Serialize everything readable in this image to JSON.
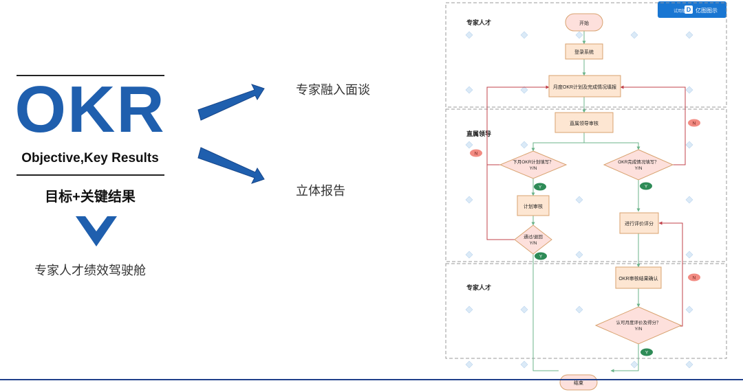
{
  "left": {
    "logo_text": "OKR",
    "subtitle": "Objective,Key Results",
    "chinese_title": "目标+关键结果",
    "description": "专家人才绩效驾驶舱"
  },
  "arrows": {
    "top_label": "专家融入面谈",
    "bottom_label": "立体报告"
  },
  "brand": {
    "trial": "试用版",
    "name": "亿图图示"
  },
  "flow": {
    "lanes": [
      "专家人才",
      "直属领导",
      "专家人才"
    ],
    "nodes": {
      "start": "开始",
      "login": "登录系统",
      "monthly": "月度OKR计划及完成情况填报",
      "review": "直属领导审核",
      "plan_q": "下月OKR计划填写？",
      "plan_q_yn": "Y/N",
      "complete_q": "OKR完成情况填写？",
      "complete_q_yn": "Y/N",
      "plan_review": "计划审核",
      "pass_q": "通过/退回",
      "pass_q_yn": "Y/N",
      "evaluate": "进行评价评分",
      "confirm": "OKR审核结果确认",
      "accept_q": "认可月度评价及得分？",
      "accept_q_yn": "Y/N",
      "end": "结束"
    },
    "badges": {
      "yes": "Y",
      "no": "N"
    }
  },
  "colors": {
    "logo_blue": "#1f5fae",
    "node_fill": "#fde6d2",
    "node_stroke": "#d8a26f",
    "start_fill": "#fde0dc",
    "flow_green": "#6bb38a",
    "flow_red": "#c0404a",
    "badge_green": "#2e8b57",
    "badge_red": "#f28b82",
    "brand_blue": "#1976d2"
  }
}
